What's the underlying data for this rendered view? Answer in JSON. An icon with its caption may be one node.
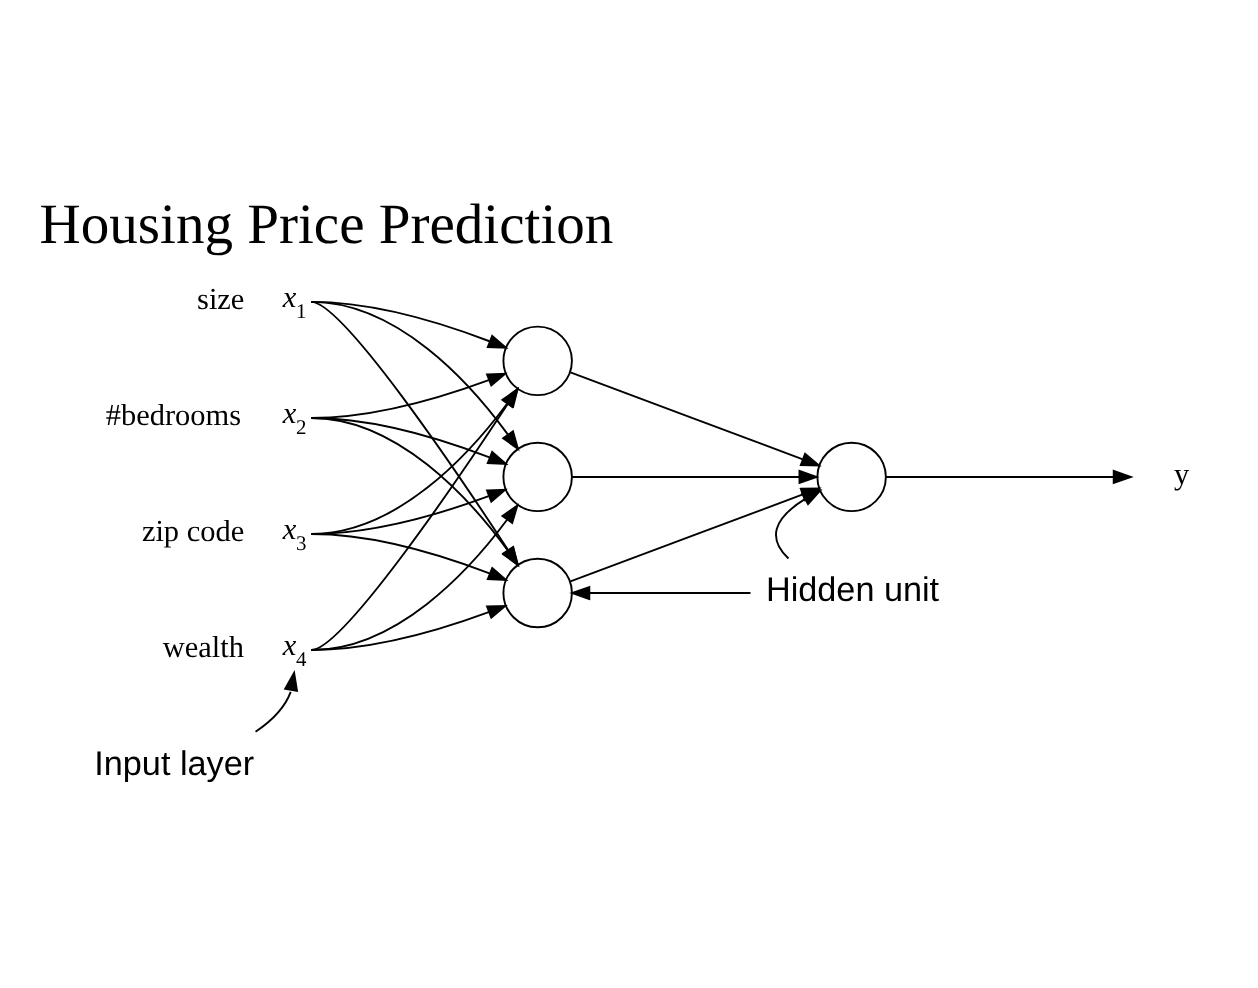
{
  "diagram": {
    "title": "Housing Price Prediction",
    "nodes": [
      {
        "text": [
          "x$_{1}$"
        ],
        "beside": [
          "size"
        ]
      },
      {
        "text": [
          "x$_{2}$"
        ],
        "beside": [
          "#bedrooms"
        ]
      },
      {
        "text": [
          "x$_{3}$"
        ],
        "beside": [
          "zip code"
        ]
      },
      {
        "text": [
          "x$_{4}$"
        ],
        "beside": [
          "wealth"
        ]
      },
      {
        "text": [],
        "shape": "circle"
      },
      {
        "text": [],
        "shape": "circle"
      },
      {
        "text": [],
        "shape": "circle"
      },
      {
        "text": [],
        "shape": "circle"
      },
      {
        "text": [
          "y"
        ]
      },
      {
        "text": [
          "Input layer"
        ]
      },
      {
        "text": [
          "Hidden unit"
        ]
      }
    ],
    "edges": [
      {
        "from": 0,
        "to": 4,
        "arrow": "to"
      },
      {
        "from": 0,
        "to": 5,
        "arrow": "to"
      },
      {
        "from": 0,
        "to": 6,
        "arrow": "to"
      },
      {
        "from": 1,
        "to": 4,
        "arrow": "to"
      },
      {
        "from": 1,
        "to": 5,
        "arrow": "to"
      },
      {
        "from": 1,
        "to": 6,
        "arrow": "to"
      },
      {
        "from": 2,
        "to": 4,
        "arrow": "to"
      },
      {
        "from": 2,
        "to": 5,
        "arrow": "to"
      },
      {
        "from": 2,
        "to": 6,
        "arrow": "to"
      },
      {
        "from": 3,
        "to": 4,
        "arrow": "to"
      },
      {
        "from": 3,
        "to": 5,
        "arrow": "to"
      },
      {
        "from": 3,
        "to": 6,
        "arrow": "to"
      },
      {
        "from": 4,
        "to": 7,
        "arrow": "to"
      },
      {
        "from": 5,
        "to": 7,
        "arrow": "to"
      },
      {
        "from": 6,
        "to": 7,
        "arrow": "to"
      },
      {
        "from": 7,
        "to": 8,
        "arrow": "to"
      },
      {
        "from": 9,
        "to": 3,
        "arrow": "to"
      },
      {
        "from": 10,
        "to": 6,
        "arrow": "to"
      },
      {
        "from": 10,
        "to": 7,
        "arrow": "to"
      }
    ]
  }
}
